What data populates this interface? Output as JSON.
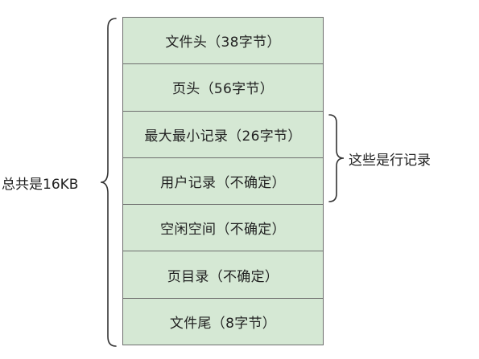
{
  "colors": {
    "section_fill": "#d5e8d4",
    "border": "#6e6e6e",
    "text": "#222222"
  },
  "sections": [
    {
      "label": "文件头（38字节）"
    },
    {
      "label": "页头（56字节）"
    },
    {
      "label": "最大最小记录（26字节）"
    },
    {
      "label": "用户记录（不确定）"
    },
    {
      "label": "空闲空间（不确定）"
    },
    {
      "label": "页目录（不确定）"
    },
    {
      "label": "文件尾（8字节）"
    }
  ],
  "total_label": "总共是16KB",
  "records_label": "这些是行记录"
}
